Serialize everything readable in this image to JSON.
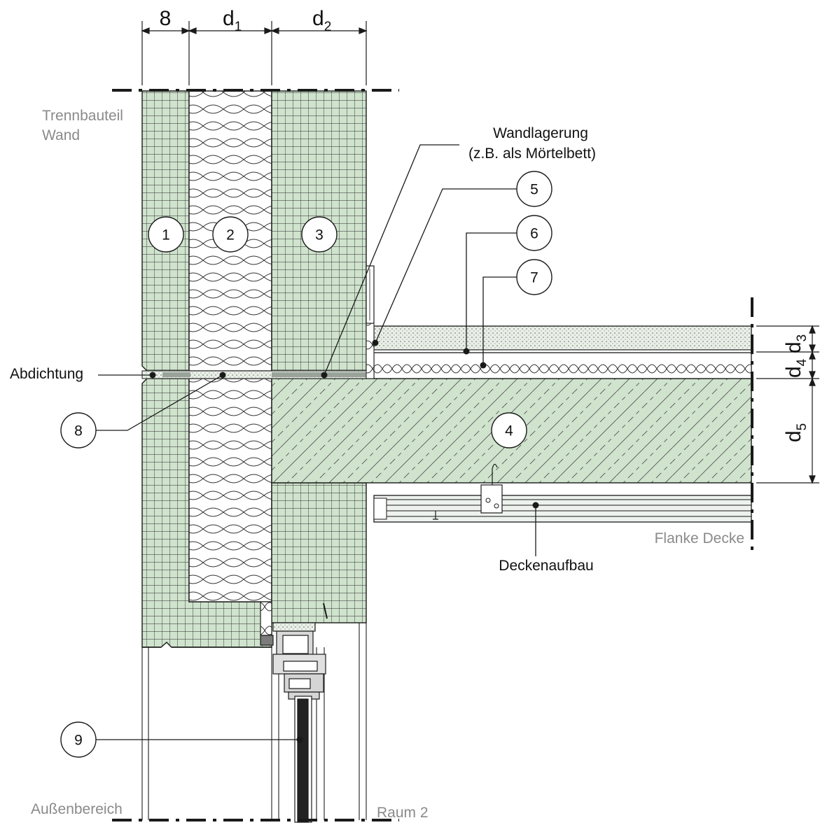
{
  "colors": {
    "masonry_fill": "#cfe3cd",
    "concrete_fill": "#cfe3cd",
    "insulation_fill": "#ffffff",
    "line": "#1a1a1a",
    "gray_text": "#8a8a8a"
  },
  "labels": {
    "trennbauteil_line1": "Trennbauteil",
    "trennbauteil_line2": "Wand",
    "wandlagerung_line1": "Wandlagerung",
    "wandlagerung_line2": "(z.B. als Mörtelbett)",
    "abdichtung": "Abdichtung",
    "flanke_decke": "Flanke Decke",
    "deckenaufbau": "Deckenaufbau",
    "aussenbereich": "Außenbereich",
    "raum2": "Raum 2"
  },
  "dimensions": {
    "top_8": "8",
    "d1_base": "d",
    "d1_sub": "1",
    "d2_base": "d",
    "d2_sub": "2",
    "d3_base": "d",
    "d3_sub": "3",
    "d4_base": "d",
    "d4_sub": "4",
    "d5_base": "d",
    "d5_sub": "5"
  },
  "markers": [
    "1",
    "2",
    "3",
    "4",
    "5",
    "6",
    "7",
    "8",
    "9"
  ]
}
